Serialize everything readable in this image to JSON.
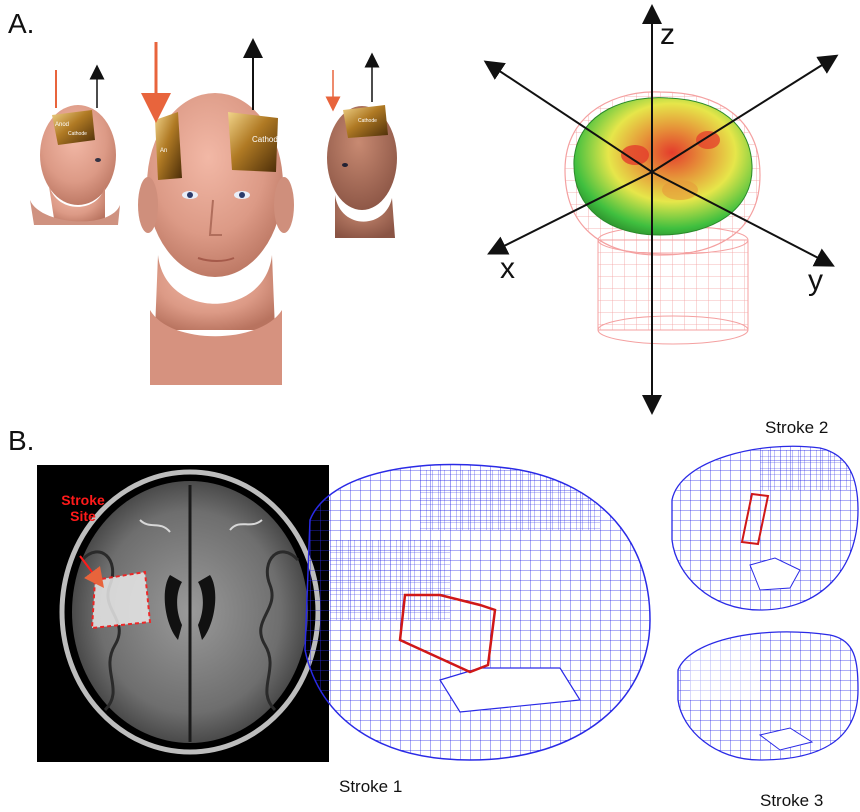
{
  "panel_a": {
    "label": "A.",
    "head_models": [
      {
        "view": "left-oblique",
        "electrode_labels": [
          "Anod",
          "Cathode"
        ]
      },
      {
        "view": "frontal",
        "electrode_labels": [
          "An",
          "Cathode"
        ]
      },
      {
        "view": "right-oblique",
        "electrode_labels": [
          "",
          "Cathode"
        ]
      }
    ],
    "arrow_colors": {
      "anode": "#e8643c",
      "cathode": "#111111"
    },
    "field_model": {
      "axis_labels": {
        "z": "z",
        "x": "x",
        "y": "y"
      },
      "colors": {
        "wireframe": "#f4a0a0",
        "field_low": "#3fbf3f",
        "field_mid": "#e6e64a",
        "field_high": "#e43c2c"
      }
    }
  },
  "panel_b": {
    "label": "B.",
    "mri": {
      "annotation": "Stroke\nSite",
      "annotation_color": "#ff1a1a"
    },
    "models": [
      {
        "caption": "Stroke 1"
      },
      {
        "caption": "Stroke 2"
      },
      {
        "caption": "Stroke 3"
      }
    ],
    "colors": {
      "mesh": "#2a2ae6",
      "lesion": "#d01818"
    }
  }
}
